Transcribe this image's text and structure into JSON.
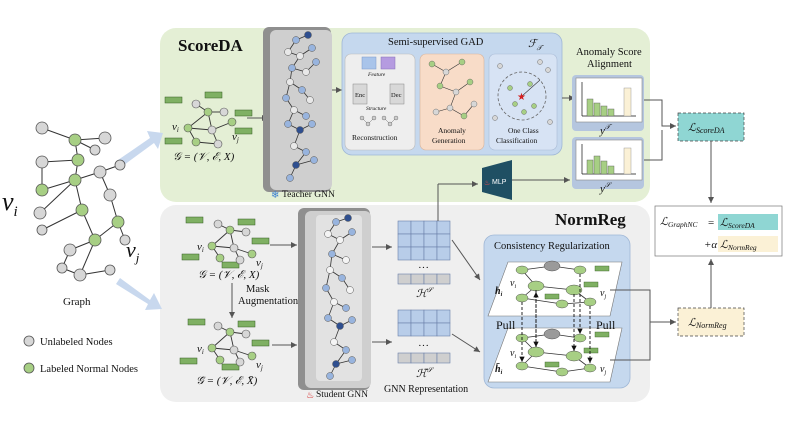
{
  "graph": {
    "label": "Graph",
    "vi": "v",
    "vi_sub": "i",
    "vj": "v",
    "vj_sub": "j"
  },
  "legend": {
    "unlabeled": "Unlabeled Nodes",
    "labeled": "Labeled Normal Nodes"
  },
  "scoreda": {
    "title": "ScoreDA",
    "graph_eq": "𝒢 = (𝒱, ℰ, X)",
    "teacher": "Teacher GNN",
    "ssgad": {
      "title": "Semi-supervised GAD",
      "ft": "ℱ",
      "ft_sub": "𝒯",
      "feature": "Feature",
      "structure": "Structure",
      "enc": "Enc",
      "dec": "Dec",
      "reconstruction": "Reconstruction",
      "anomaly_l1": "Anomaly",
      "anomaly_l2": "Generation",
      "oneclass_l1": "One Class",
      "oneclass_l2": "Classification"
    },
    "align_l1": "Anomaly Score",
    "align_l2": "Alignment",
    "yt": "y",
    "yt_sup": "𝒯",
    "ys": "y",
    "ys_sup": "𝒮"
  },
  "mlp": "MLP",
  "losses": {
    "scoreda": "ℒ",
    "scoreda_sub": "ScoreDA",
    "total_lhs": "ℒ",
    "total_lhs_sub": "GraphNC",
    "total_eq": "=",
    "plus_alpha": "+α",
    "normreg": "ℒ",
    "normreg_sub": "NormReg"
  },
  "normreg": {
    "title": "NormReg",
    "graph_eq": "𝒢 = (𝒱, ℰ, X)",
    "aug_graph_eq": "𝒢̄ = (𝒱, ℰ, X̄)",
    "mask_l1": "Mask",
    "mask_l2": "Augmentation",
    "student": "Student GNN",
    "h": "ℋ",
    "h_sup": "𝒮",
    "h_bar": "ℋ̄",
    "h_bar_sup": "𝒮",
    "gnn_repr": "GNN Representation",
    "dots": "···",
    "consistency": "Consistency Regularization",
    "pull": "Pull"
  },
  "colors": {
    "green_panel": "#e4efd5",
    "gray_panel": "#efefef",
    "blue_panel": "#c5d8ee",
    "loss_fill": "#8fd6d3",
    "normreg_fill": "#fbf1d6",
    "node_green": "#a7cf84",
    "node_blue": "#98b4de",
    "node_dark": "#2f4f8f",
    "node_gray": "#d7d7d7",
    "mlp": "#1f4f63"
  },
  "icons": {
    "teacher": "snowflake-icon",
    "student": "flame-icon",
    "mlp": "flame-icon"
  }
}
